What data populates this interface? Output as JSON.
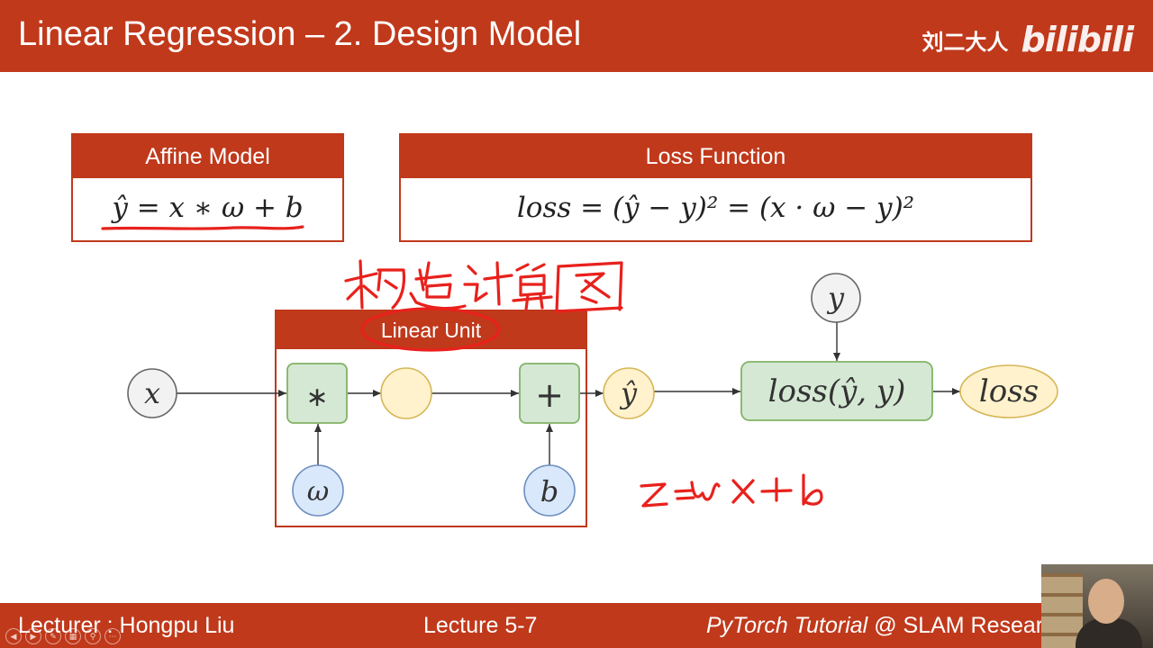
{
  "slide": {
    "title": "Linear Regression – 2. Design Model",
    "brand_author": "刘二大人",
    "brand_logo": "bilibili"
  },
  "affine_box": {
    "header": "Affine Model",
    "formula": "ŷ = x ∗ ω + b"
  },
  "loss_box": {
    "header": "Loss Function",
    "formula": "loss = (ŷ − y)² = (x · ω − y)²"
  },
  "linear_unit": {
    "header": "Linear Unit"
  },
  "graph": {
    "nodes": {
      "x": "x",
      "multiply": "∗",
      "plus": "+",
      "omega": "ω",
      "b": "b",
      "yhat": "ŷ",
      "y": "y",
      "loss_fn": "loss(ŷ, y)",
      "loss": "loss"
    }
  },
  "annotations": {
    "handwritten_title": "构造计算图",
    "handwritten_formula": "z = ωx + b"
  },
  "footer": {
    "lecturer": "Lecturer : Hongpu Liu",
    "lecture_number": "Lecture 5-7",
    "course_italic": "PyTorch Tutorial",
    "course_rest": " @ SLAM Research"
  },
  "colors": {
    "accent": "#c0391b",
    "op_node_fill": "#d5e8d4",
    "op_node_stroke": "#82b366",
    "value_node_fill": "#fff2cc",
    "value_node_stroke": "#d6b656",
    "param_node_fill": "#dae8fc",
    "param_node_stroke": "#6c8ebf",
    "input_node_fill": "#f2f2f2",
    "input_node_stroke": "#666666",
    "handwriting": "#e8211c"
  }
}
